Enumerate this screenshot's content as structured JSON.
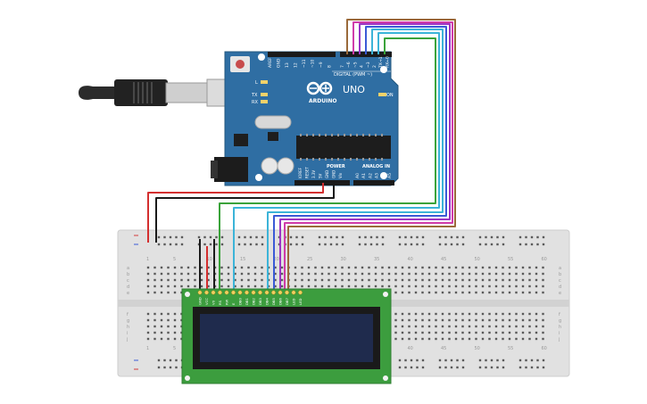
{
  "arduino": {
    "brand": "ARDUINO",
    "model": "UNO",
    "digital_header_label": "DIGITAL (PWM ~)",
    "power_label": "POWER",
    "analog_label": "ANALOG IN",
    "led_labels": [
      "L",
      "TX",
      "RX"
    ],
    "on_label": "ON",
    "top_pin_labels": [
      "AREF",
      "GND",
      "13",
      "12",
      "~11",
      "~10",
      "~9",
      "8",
      "7",
      "~6",
      "~5",
      "4",
      "~3",
      "2",
      "TX→1",
      "RX←0"
    ],
    "power_pin_labels": [
      "IOREF",
      "RESET",
      "3.3V",
      "5V",
      "GND",
      "GND",
      "Vin"
    ],
    "analog_pin_labels": [
      "A0",
      "A1",
      "A2",
      "A3",
      "A4",
      "A5"
    ]
  },
  "breadboard": {
    "column_numbers": [
      "1",
      "5",
      "10",
      "15",
      "20",
      "25",
      "30",
      "35",
      "40",
      "45",
      "50",
      "55",
      "60"
    ],
    "row_letters_top": [
      "a",
      "b",
      "c",
      "d",
      "e"
    ],
    "row_letters_bottom": [
      "f",
      "g",
      "h",
      "i",
      "j"
    ]
  },
  "lcd": {
    "pin_labels": [
      "GND",
      "VCC",
      "V0",
      "RS",
      "RW",
      "E",
      "DB0",
      "DB1",
      "DB2",
      "DB3",
      "DB4",
      "DB5",
      "DB6",
      "DB7",
      "LED",
      "LED"
    ]
  },
  "colors": {
    "arduino_board": "#2f6ea3",
    "breadboard": "#e1e1e1",
    "lcd_board": "#3c9d3e",
    "lcd_screen": "#1f2b4d",
    "wire_red": "#d42f2f",
    "wire_black": "#1a1a1a",
    "wire_green": "#3aa33a",
    "wire_cyan": "#3cb4d8",
    "wire_blue": "#3a5ad6",
    "wire_purple": "#9b35c4",
    "wire_pink": "#d03caa",
    "wire_brown": "#9a6a3a"
  }
}
